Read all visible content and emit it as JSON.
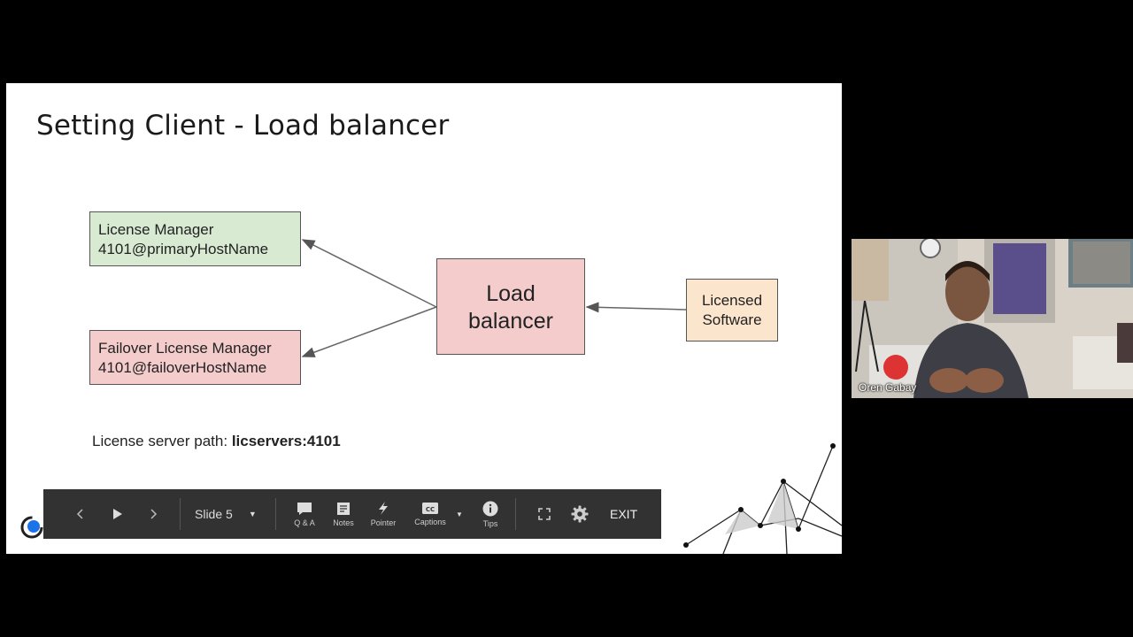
{
  "slide": {
    "title": "Setting Client - Load balancer",
    "license_manager": {
      "line1": "License Manager",
      "line2": "4101@primaryHostName"
    },
    "failover_manager": {
      "line1": "Failover License Manager",
      "line2": "4101@failoverHostName"
    },
    "load_balancer": {
      "line1": "Load",
      "line2": "balancer"
    },
    "licensed_software": {
      "line1": "Licensed",
      "line2": "Software"
    },
    "server_path": {
      "label": "License server path: ",
      "value": "licservers:4101"
    }
  },
  "toolbar": {
    "prev_icon": "chevron-left-icon",
    "play_icon": "play-icon",
    "next_icon": "chevron-right-icon",
    "slide_selector": "Slide 5",
    "qa_label": "Q & A",
    "notes_label": "Notes",
    "pointer_label": "Pointer",
    "captions_label": "Captions",
    "tips_label": "Tips",
    "exit_label": "EXIT"
  },
  "video": {
    "speaker_name": "Oren Gabay"
  },
  "colors": {
    "green_box": "#d9ead3",
    "pink_box": "#f4cccc",
    "orange_box": "#fce5cd",
    "toolbar_bg": "#323232"
  }
}
